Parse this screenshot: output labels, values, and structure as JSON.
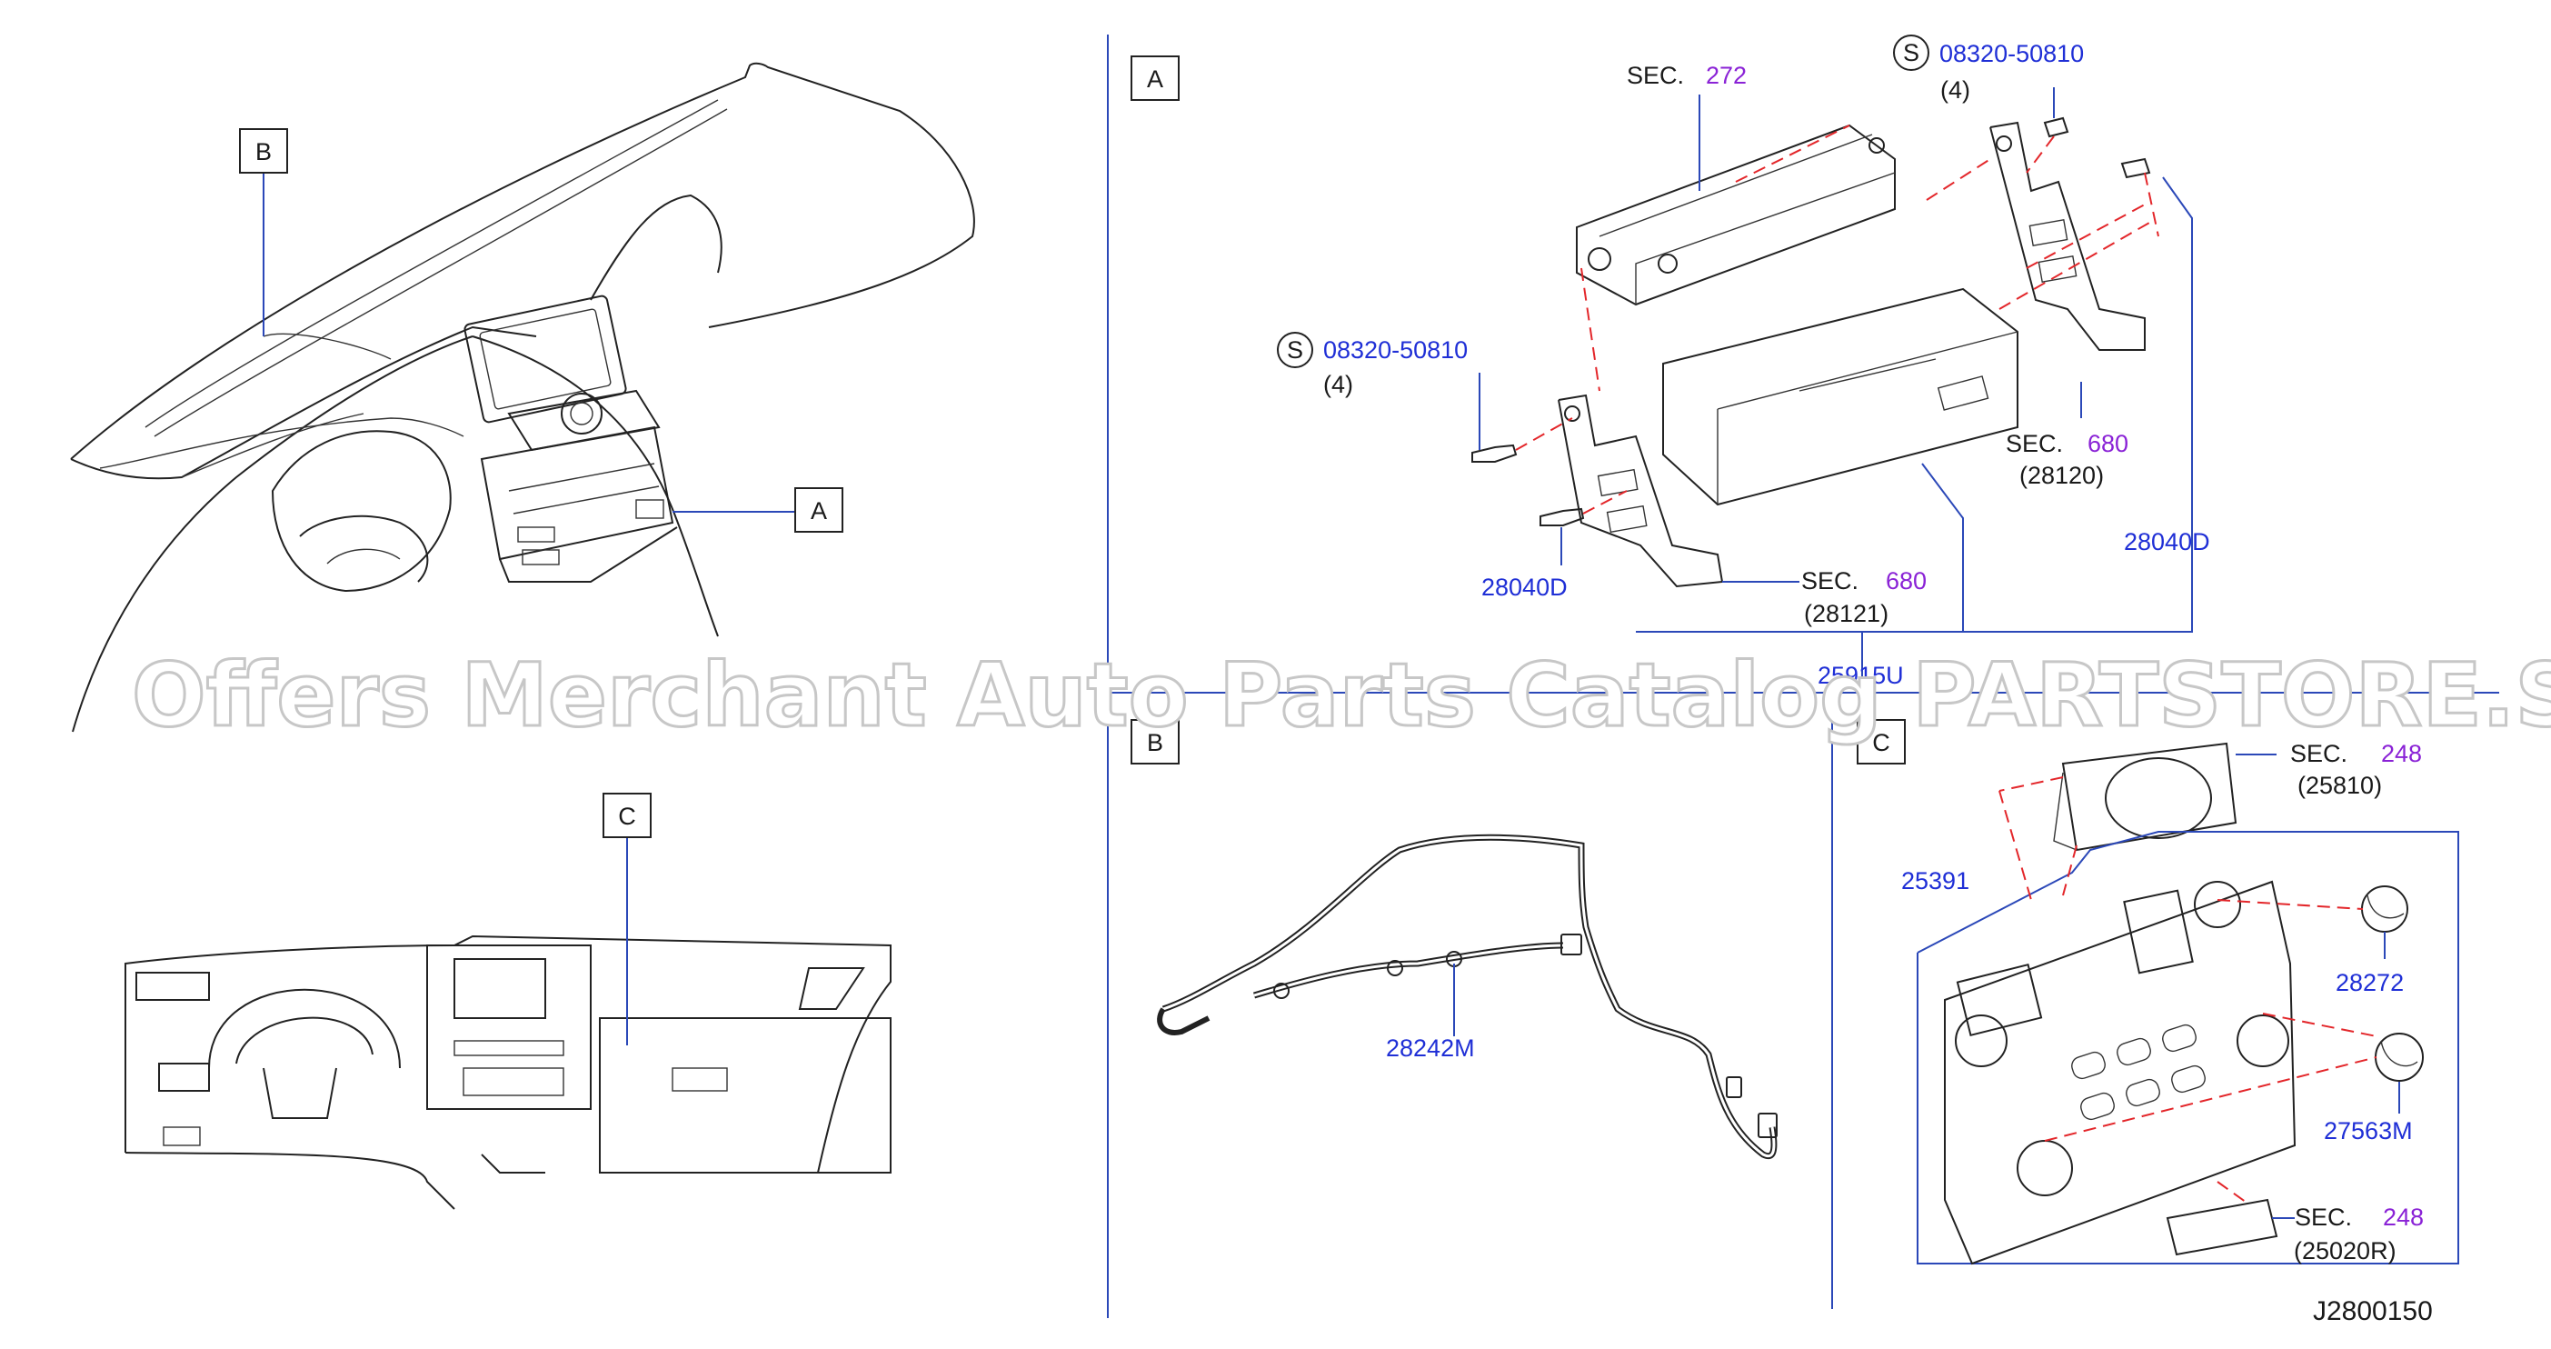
{
  "watermark": "Offers Merchant Auto Parts Catalog PARTSTORE.SA",
  "diagram_id": "J2800150",
  "callouts": {
    "a": "A",
    "b": "B",
    "c": "C"
  },
  "panel_a": {
    "sec_272": {
      "prefix": "SEC.",
      "num": "272"
    },
    "screw_top": {
      "symbol": "S",
      "part": "08320-50810",
      "qty": "(4)"
    },
    "screw_left": {
      "symbol": "S",
      "part": "08320-50810",
      "qty": "(4)"
    },
    "sec_680_right": {
      "prefix": "SEC.",
      "num": "680",
      "ref": "(28120)"
    },
    "bolt_right": "28040D",
    "bolt_left": "28040D",
    "sec_680_left": {
      "prefix": "SEC.",
      "num": "680",
      "ref": "(28121)"
    },
    "main_unit": "25915U"
  },
  "panel_b": {
    "harness": "28242M"
  },
  "panel_c": {
    "sec_248_top": {
      "prefix": "SEC.",
      "num": "248",
      "ref": "(25810)"
    },
    "assembly": "25391",
    "knob_1": "28272",
    "knob_2": "27563M",
    "sec_248_bottom": {
      "prefix": "SEC.",
      "num": "248",
      "ref": "(25020R)"
    }
  }
}
